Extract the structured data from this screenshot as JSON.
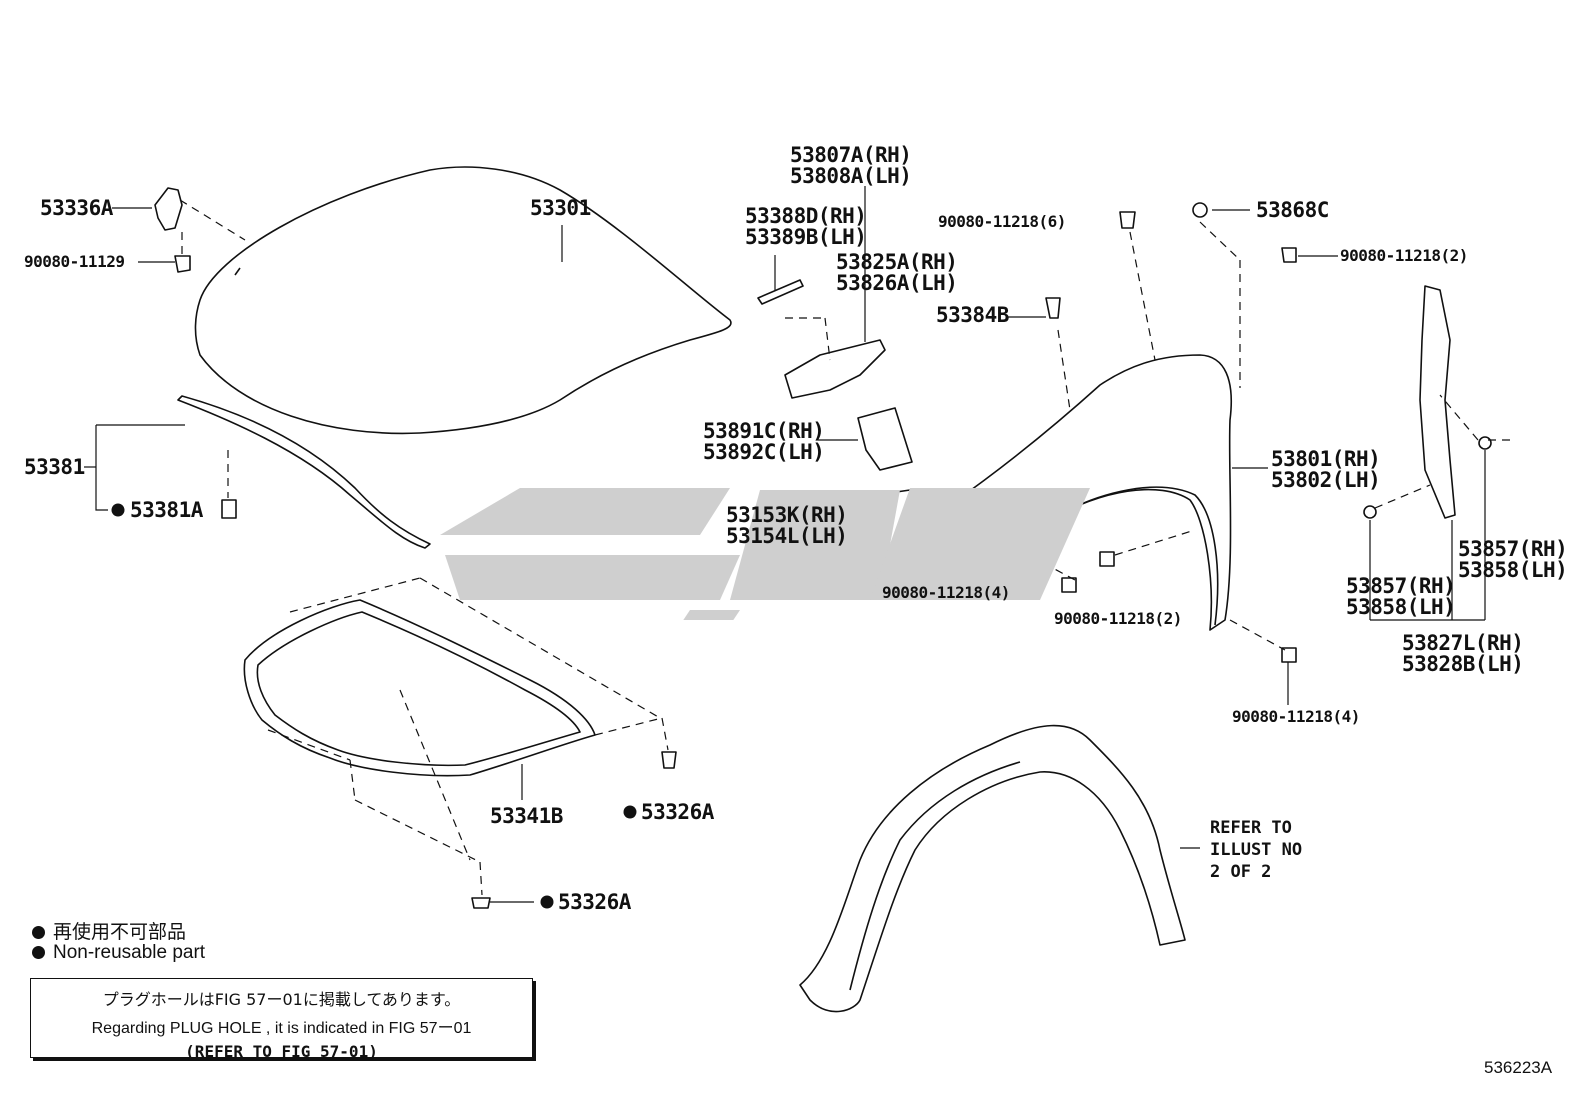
{
  "parts": {
    "p53336A": "53336A",
    "p90080_11129": "90080-11129",
    "p53301": "53301",
    "p53381": "53381",
    "p53381A": "53381A",
    "p53807A": "53807A(RH)",
    "p53808A": "53808A(LH)",
    "p53388D": "53388D(RH)",
    "p53389B": "53389B(LH)",
    "p53825A": "53825A(RH)",
    "p53826A": "53826A(LH)",
    "p53891C": "53891C(RH)",
    "p53892C": "53892C(LH)",
    "p53153K": "53153K(RH)",
    "p53154L": "53154L(LH)",
    "p90080_11218_6": "90080-11218(6)",
    "p53384B": "53384B",
    "p53868C": "53868C",
    "p90080_11218_2a": "90080-11218(2)",
    "p53801": "53801(RH)",
    "p53802": "53802(LH)",
    "p90080_11218_4a": "90080-11218(4)",
    "p90080_11218_2b": "90080-11218(2)",
    "p90080_11218_4b": "90080-11218(4)",
    "p53857a": "53857(RH)",
    "p53858a": "53858(LH)",
    "p53857b": "53857(RH)",
    "p53858b": "53858(LH)",
    "p53827L": "53827L(RH)",
    "p53828B": "53828B(LH)",
    "p53341B": "53341B",
    "p53326A_1": "53326A",
    "p53326A_2": "53326A"
  },
  "legend": {
    "jp": "再使用不可部品",
    "en": "Non-reusable part"
  },
  "note": {
    "jp": "プラグホールはFIG 57ー01に掲載してあります。",
    "en": "Regarding  PLUG  HOLE , it is indicated in  FIG  57ー01",
    "ref": "(REFER TO FIG 57-01)"
  },
  "refer": "REFER TO\nILLUST NO\n2 OF 2",
  "figure_number": "536223A",
  "colors": {
    "line": "#111111",
    "watermark": "#cfcfcf"
  }
}
